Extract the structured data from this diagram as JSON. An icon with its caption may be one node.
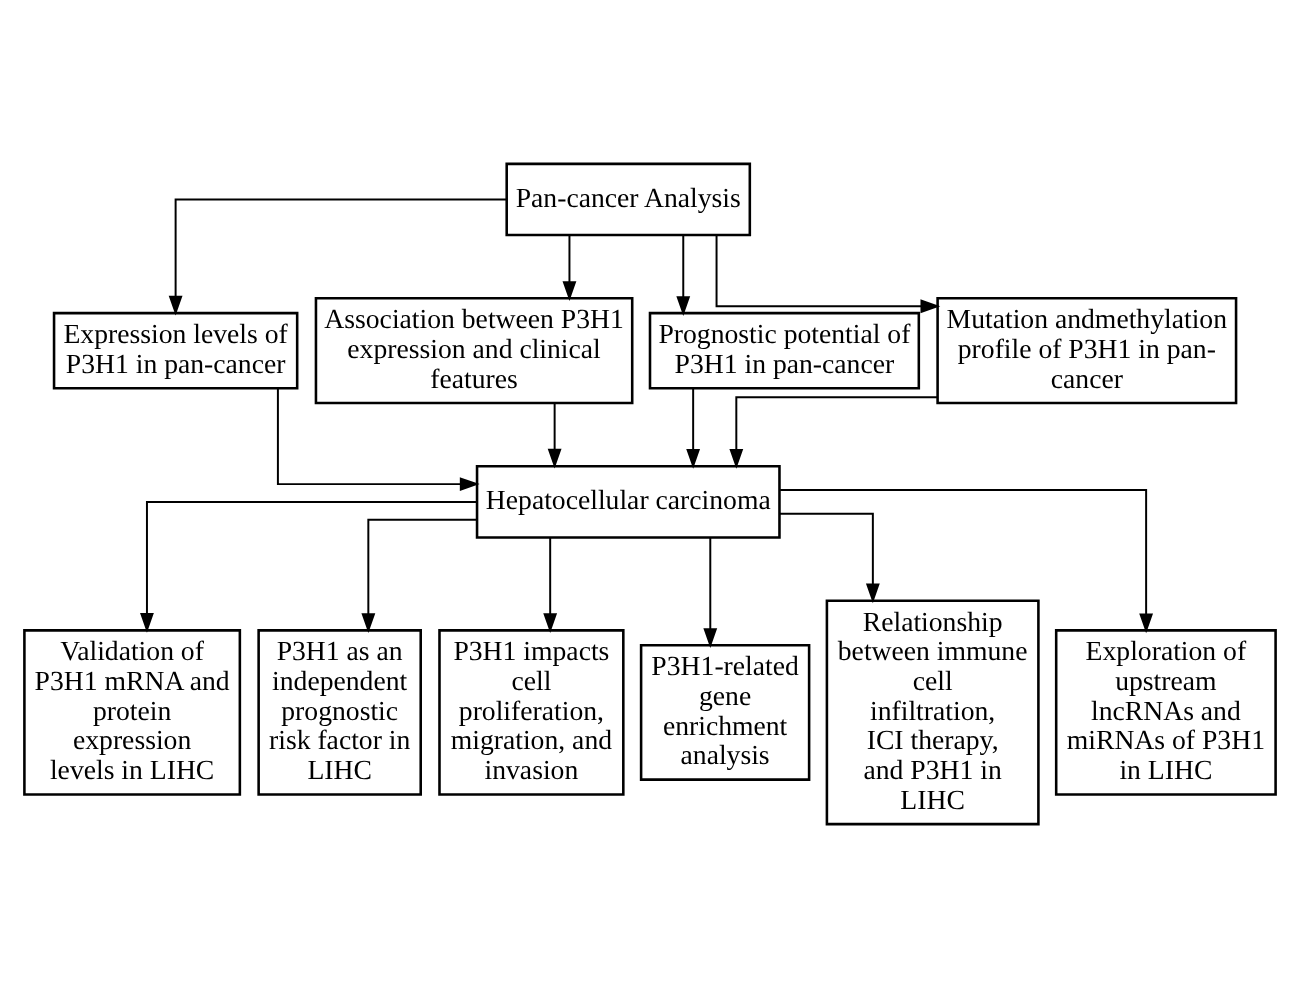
{
  "diagram": {
    "nodes": [
      {
        "text": [
          "Pan-cancer Analysis"
        ]
      },
      {
        "text": [
          "Expression levels of P3H1 in pan-cancer"
        ]
      },
      {
        "text": [
          "Association between P3H1 expression and clinical features"
        ]
      },
      {
        "text": [
          "Prognostic potential of P3H1 in pan-cancer"
        ]
      },
      {
        "text": [
          "Mutation andmethylation profile of P3H1 in pan-cancer"
        ]
      },
      {
        "text": [
          "Hepatocellular carcinoma"
        ]
      },
      {
        "text": [
          "Validation of P3H1 mRNA and protein expression levels in LIHC"
        ]
      },
      {
        "text": [
          "P3H1 as an independent prognostic risk factor in LIHC"
        ]
      },
      {
        "text": [
          "P3H1 impacts cell proliferation, migration, and invasion"
        ]
      },
      {
        "text": [
          "P3H1-related gene enrichment analysis"
        ]
      },
      {
        "text": [
          "Relationship between immune cell infiltration, ICI therapy, and P3H1 in LIHC"
        ]
      },
      {
        "text": [
          "Exploration of upstream lncRNAs and miRNAs of P3H1 in LIHC"
        ]
      }
    ],
    "edges": [
      {
        "from": 0,
        "to": 1,
        "arrow": "to"
      },
      {
        "from": 0,
        "to": 2,
        "arrow": "to"
      },
      {
        "from": 0,
        "to": 3,
        "arrow": "to"
      },
      {
        "from": 0,
        "to": 4,
        "arrow": "to"
      },
      {
        "from": 1,
        "to": 5,
        "arrow": "to"
      },
      {
        "from": 2,
        "to": 5,
        "arrow": "to"
      },
      {
        "from": 3,
        "to": 5,
        "arrow": "to"
      },
      {
        "from": 4,
        "to": 5,
        "arrow": "to"
      },
      {
        "from": 5,
        "to": 6,
        "arrow": "to"
      },
      {
        "from": 5,
        "to": 7,
        "arrow": "to"
      },
      {
        "from": 5,
        "to": 8,
        "arrow": "to"
      },
      {
        "from": 5,
        "to": 9,
        "arrow": "to"
      },
      {
        "from": 5,
        "to": 10,
        "arrow": "to"
      },
      {
        "from": 5,
        "to": 11,
        "arrow": "to"
      }
    ]
  }
}
